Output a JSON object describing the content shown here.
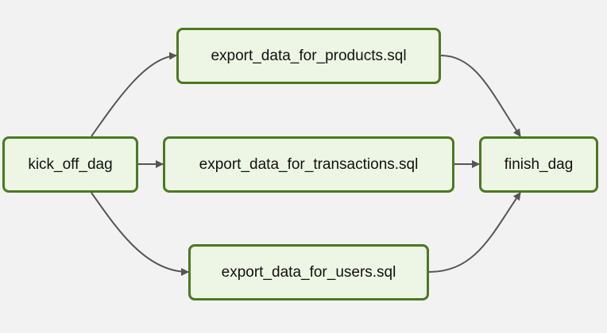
{
  "colors": {
    "background": "#f2f2f2",
    "node_fill": "#edf6e4",
    "node_border": "#4a7a1f",
    "edge": "#555555",
    "text": "#111111"
  },
  "nodes": {
    "kick_off_dag": "kick_off_dag",
    "export_products": "export_data_for_products.sql",
    "export_transactions": "export_data_for_transactions.sql",
    "export_users": "export_data_for_users.sql",
    "finish_dag": "finish_dag"
  },
  "edges": [
    {
      "from": "kick_off_dag",
      "to": "export_products"
    },
    {
      "from": "kick_off_dag",
      "to": "export_transactions"
    },
    {
      "from": "kick_off_dag",
      "to": "export_users"
    },
    {
      "from": "export_products",
      "to": "finish_dag"
    },
    {
      "from": "export_transactions",
      "to": "finish_dag"
    },
    {
      "from": "export_users",
      "to": "finish_dag"
    }
  ]
}
